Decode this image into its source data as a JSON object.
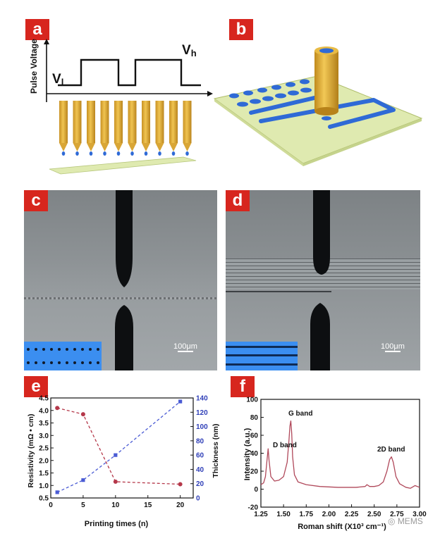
{
  "labels": {
    "a": "a",
    "b": "b",
    "c": "c",
    "d": "d",
    "e": "e",
    "f": "f"
  },
  "panel_a": {
    "y_axis": "Pulse Voltage",
    "v_low": "V",
    "v_low_sub": "l",
    "v_high": "V",
    "v_high_sub": "h"
  },
  "panel_c": {
    "scale": "100μm"
  },
  "panel_d": {
    "scale": "100μm"
  },
  "watermark": "MEMS",
  "colors": {
    "label_bg": "#d7261e",
    "series_resistivity": "#b5384a",
    "series_thickness": "#4a5bd4",
    "raman": "#b0485a",
    "substrate": "#dfeab0",
    "pattern": "#2f6ad6",
    "nozzle": "#e3b23c"
  },
  "chart_data": [
    {
      "type": "line",
      "title": "",
      "xlabel": "Printing times (n)",
      "ylabel": "Resistivity (mΩ • cm)",
      "ylabel_right": "Thickness (nm)",
      "xlim": [
        0,
        22
      ],
      "ylim": [
        0.5,
        4.5
      ],
      "ylim_right": [
        0,
        140
      ],
      "x_ticks": [
        "0",
        "5",
        "10",
        "15",
        "20"
      ],
      "y_ticks": [
        "0.5",
        "1.0",
        "1.5",
        "2.0",
        "2.5",
        "3.0",
        "3.5",
        "4.0",
        "4.5"
      ],
      "y_right_ticks": [
        "0",
        "20",
        "40",
        "60",
        "80",
        "100",
        "120",
        "140"
      ],
      "series": [
        {
          "axis": "left",
          "x": [
            1,
            5,
            10,
            20
          ],
          "values": [
            4.1,
            3.85,
            1.15,
            1.05
          ]
        },
        {
          "axis": "right",
          "x": [
            1,
            5,
            10,
            20
          ],
          "values": [
            8,
            25,
            60,
            135
          ]
        }
      ]
    },
    {
      "type": "line",
      "title": "",
      "xlabel": "Roman shift (X10³ cm⁻¹)",
      "ylabel": "Intensity (a.u.)",
      "xlim": [
        1.25,
        3.0
      ],
      "ylim": [
        -20,
        100
      ],
      "x_ticks": [
        "1.25",
        "1.50",
        "1.75",
        "2.00",
        "2.25",
        "2.50",
        "2.75",
        "3.00"
      ],
      "y_ticks": [
        "-20",
        "0",
        "20",
        "40",
        "60",
        "80",
        "100"
      ],
      "annotations": [
        "D band",
        "G band",
        "2D band"
      ],
      "series": [
        {
          "x": [
            1.25,
            1.28,
            1.3,
            1.32,
            1.33,
            1.34,
            1.36,
            1.4,
            1.45,
            1.5,
            1.54,
            1.56,
            1.57,
            1.58,
            1.59,
            1.6,
            1.62,
            1.66,
            1.75,
            1.9,
            2.1,
            2.3,
            2.4,
            2.42,
            2.45,
            2.5,
            2.55,
            2.6,
            2.64,
            2.67,
            2.69,
            2.71,
            2.74,
            2.78,
            2.85,
            2.9,
            2.95,
            3.0
          ],
          "values": [
            5,
            7,
            14,
            35,
            45,
            32,
            14,
            9,
            10,
            14,
            30,
            55,
            70,
            76,
            62,
            36,
            16,
            8,
            5,
            3,
            2,
            2,
            3,
            5,
            3,
            3,
            4,
            8,
            20,
            33,
            36,
            30,
            14,
            6,
            2,
            1,
            4,
            2
          ]
        }
      ]
    }
  ]
}
